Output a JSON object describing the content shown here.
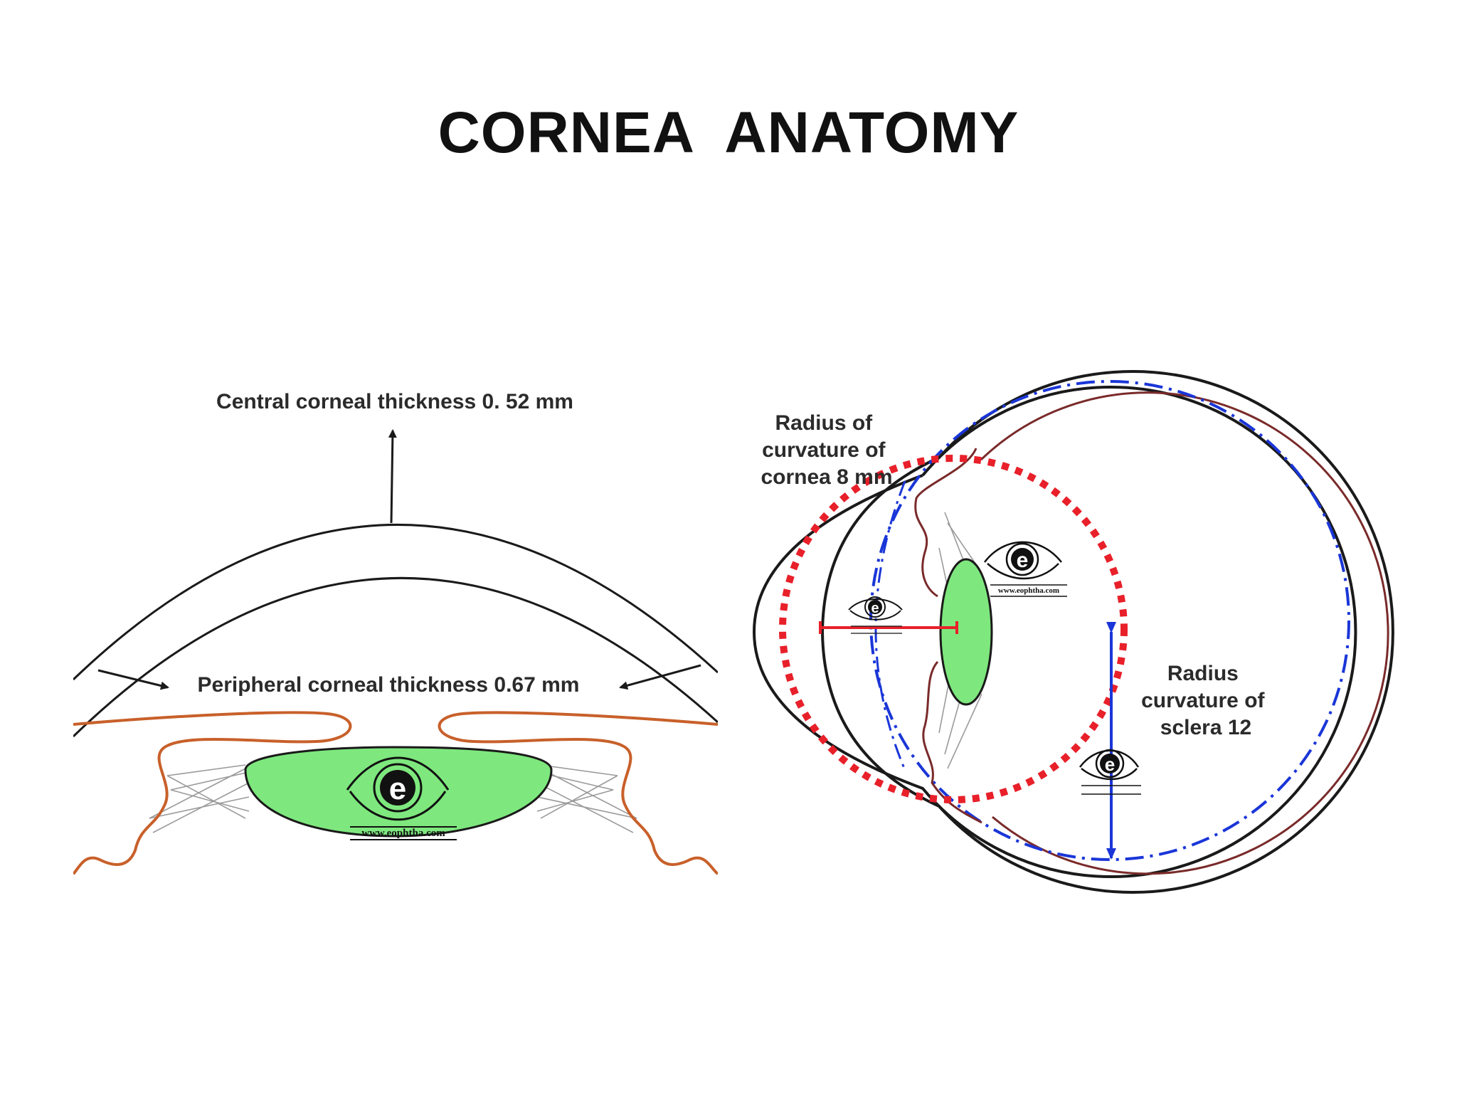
{
  "slide": {
    "title": "CORNEA  ANATOMY"
  },
  "left_figure": {
    "central_label": "Central corneal thickness 0. 52 mm",
    "peripheral_label": "Peripheral corneal thickness 0.67 mm",
    "watermark_letter": "e",
    "watermark_url": "www.eophtha.com",
    "colors": {
      "cornea": "#1a1a1a",
      "iris": "#c8602a",
      "lens_fill": "#7ee87e",
      "zonules": "#9a9a9a"
    }
  },
  "right_figure": {
    "cornea_radius_label": [
      "Radius of",
      "curvature of",
      "cornea 8 mm"
    ],
    "sclera_radius_label": [
      "Radius",
      "curvature of",
      "sclera 12"
    ],
    "watermark_letter": "e",
    "watermark_url": "www.eophtha.com",
    "colors": {
      "cornea_circle": "#e8202a",
      "sclera_circle": "#1a36d8",
      "globe": "#1a1a1a",
      "choroid": "#7a2a2a",
      "lens_fill": "#7ee87e"
    }
  }
}
